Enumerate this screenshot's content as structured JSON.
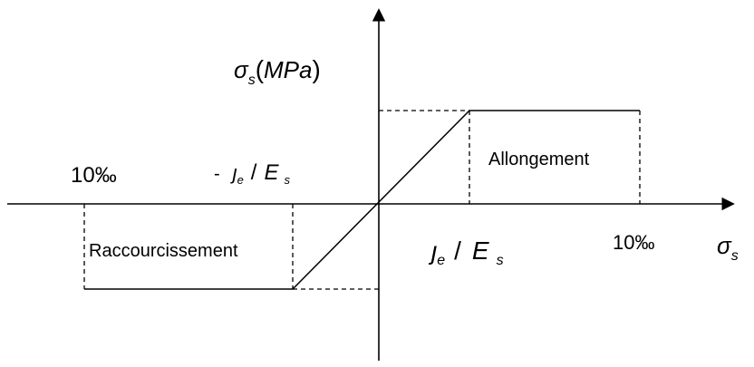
{
  "y_axis_label": {
    "symbol": "σ",
    "sub": "s",
    "unit": "MPa"
  },
  "x_axis_label": {
    "symbol": "σ",
    "sub": "s"
  },
  "label_neg_strain": "10",
  "label_pos_strain": "10",
  "permille_sign": "‰",
  "label_neg_ratio": {
    "minus": "-",
    "f": "ȷ",
    "f_sub": "e",
    "slash": "/",
    "E": "E",
    "E_sub": "s"
  },
  "label_pos_ratio": {
    "f": "ȷ",
    "f_sub": "e",
    "slash": "/",
    "E": "E",
    "E_sub": "s"
  },
  "region_tension": "Allongement",
  "region_compression": "Raccourcissement"
}
